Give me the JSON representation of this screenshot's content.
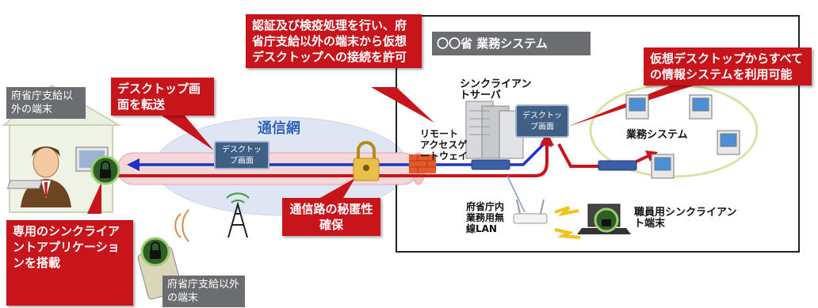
{
  "callouts": {
    "auth": "認証及び検疫処理を行い、府省庁支給以外の端末から仮想デスクトップへの接続を許可",
    "all_systems": "仮想デスクトップからすべての情報システムを利用可能",
    "transfer": "デスクトップ画面を転送",
    "secrecy": "通信路の秘匿性確保",
    "dedicated_app": "専用のシンクライアントアプリケーションを搭載"
  },
  "system_title": "〇〇省 業務システム",
  "device_top": "府省庁支給以外の端末",
  "device_bottom": "府省庁支給以外の端末",
  "network_label": "通信網",
  "screen_label": "デスクトップ画面",
  "server_label": "シンクライアントサーバ",
  "gateway_label": "リモートアクセスゲートウェイ",
  "business_system": "業務システム",
  "wireless_label": "府省庁内業務用無線LAN",
  "staff_terminal": "職員用シンクライアント端末",
  "colors": {
    "red": "#c8141b",
    "blue": "#1a33c8",
    "gray": "#6b6d70",
    "screen": "#3f5f85"
  }
}
